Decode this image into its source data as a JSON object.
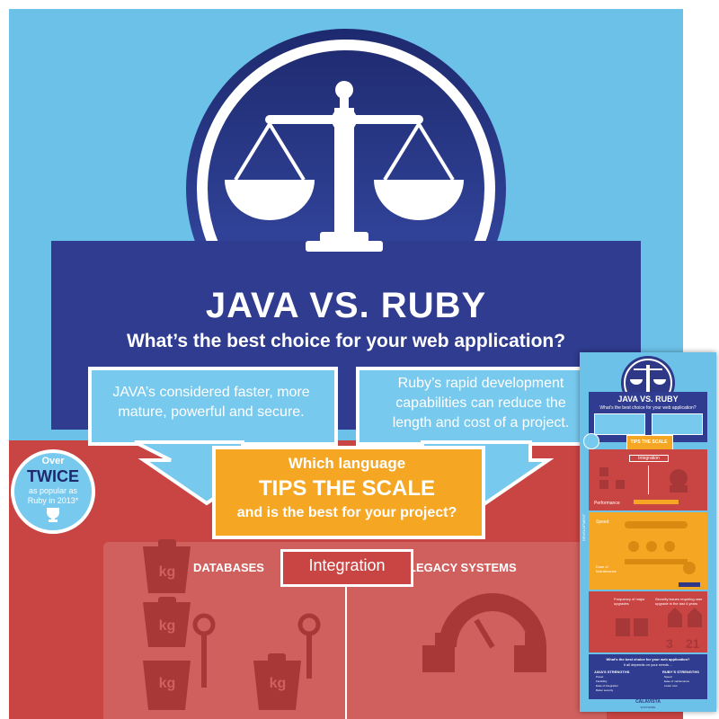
{
  "title": "JAVA VS. RUBY",
  "subtitle": "What’s the best choice for your web application?",
  "java_box": {
    "line1": "JAVA’s considered faster, more",
    "line2": "mature, powerful and secure."
  },
  "ruby_box": {
    "line1": "Ruby’s rapid development",
    "line2": "capabilities can reduce the",
    "line3": "length and cost of a project."
  },
  "badge": {
    "line1": "Over",
    "line2": "TWICE",
    "line3": "as popular as",
    "line4": "Ruby in 2013*"
  },
  "tips": {
    "line1": "Which language",
    "line2": "TIPS THE SCALE",
    "line3": "and is the best for your project?"
  },
  "section": {
    "label": "Integration",
    "left": "DATABASES",
    "right": "LEGACY SYSTEMS"
  },
  "weight_label": "kg",
  "thumb": {
    "title": "JAVA VS. RUBY",
    "subtitle": "What’s the best choice for your web application?",
    "tips": "TIPS THE SCALE",
    "integration": "Integration",
    "performance": "Performance",
    "development": "DEVELOPMENT",
    "speed": "Speed",
    "ease": "Ease of Maintenance",
    "frequency": "Frequency of major upgrades",
    "security": "Security issues requiring user upgrade in the last 4 years",
    "num_left": "3",
    "num_right": "21",
    "bottom_q": "What’s the best choice for your web application?",
    "bottom_sub": "It all depends on your needs ...",
    "java_strengths": {
      "title": "JAVA’S STRENGTHS",
      "items": [
        "Power",
        "Flexibility",
        "Ease of integration",
        "Better security"
      ]
    },
    "ruby_strengths": {
      "title": "RUBY’S STRENGTHS",
      "items": [
        "Speed",
        "Ease of maintenance",
        "Lower cost"
      ]
    },
    "brand": "CALAVISTA",
    "brand_sub": "SOFTWARE"
  },
  "colors": {
    "sky": "#6cc1e8",
    "navy": "#2e3886",
    "red": "#c94544",
    "orange": "#f5a623",
    "light_blue": "#78c9ee"
  }
}
